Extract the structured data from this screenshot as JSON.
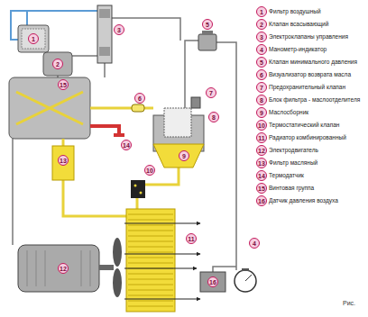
{
  "diagram": {
    "labels": [
      "1",
      "3",
      "5",
      "2",
      "15",
      "6",
      "7",
      "8",
      "9",
      "14",
      "13",
      "10",
      "11",
      "12",
      "4",
      "16",
      "1",
      "2",
      "3",
      "4",
      "5",
      "6",
      "7",
      "8",
      "9",
      "10",
      "11",
      "12",
      "13",
      "14",
      "15",
      "16",
      "Рис."
    ],
    "legend": [
      {
        "text": "Фильтр воздушный"
      },
      {
        "text": "Клапан всасывающий"
      },
      {
        "text": "Электроклапаны управления"
      },
      {
        "text": "Манометр-индикатор"
      },
      {
        "text": "Клапан минимального давления"
      },
      {
        "text": "Визуализатор возврата масла"
      },
      {
        "text": "Предохранительный клапан"
      },
      {
        "text": "Блок фильтра - маслоотделителя"
      },
      {
        "text": "Маслосборник"
      },
      {
        "text": "Термостатический клапан"
      },
      {
        "text": "Радиатор комбинированный"
      },
      {
        "text": "Электродвигатель"
      },
      {
        "text": "Фильтр масляный"
      },
      {
        "text": "Термодатчик"
      },
      {
        "text": "Винтовая группа"
      },
      {
        "text": "Датчик давления воздуха"
      }
    ]
  }
}
